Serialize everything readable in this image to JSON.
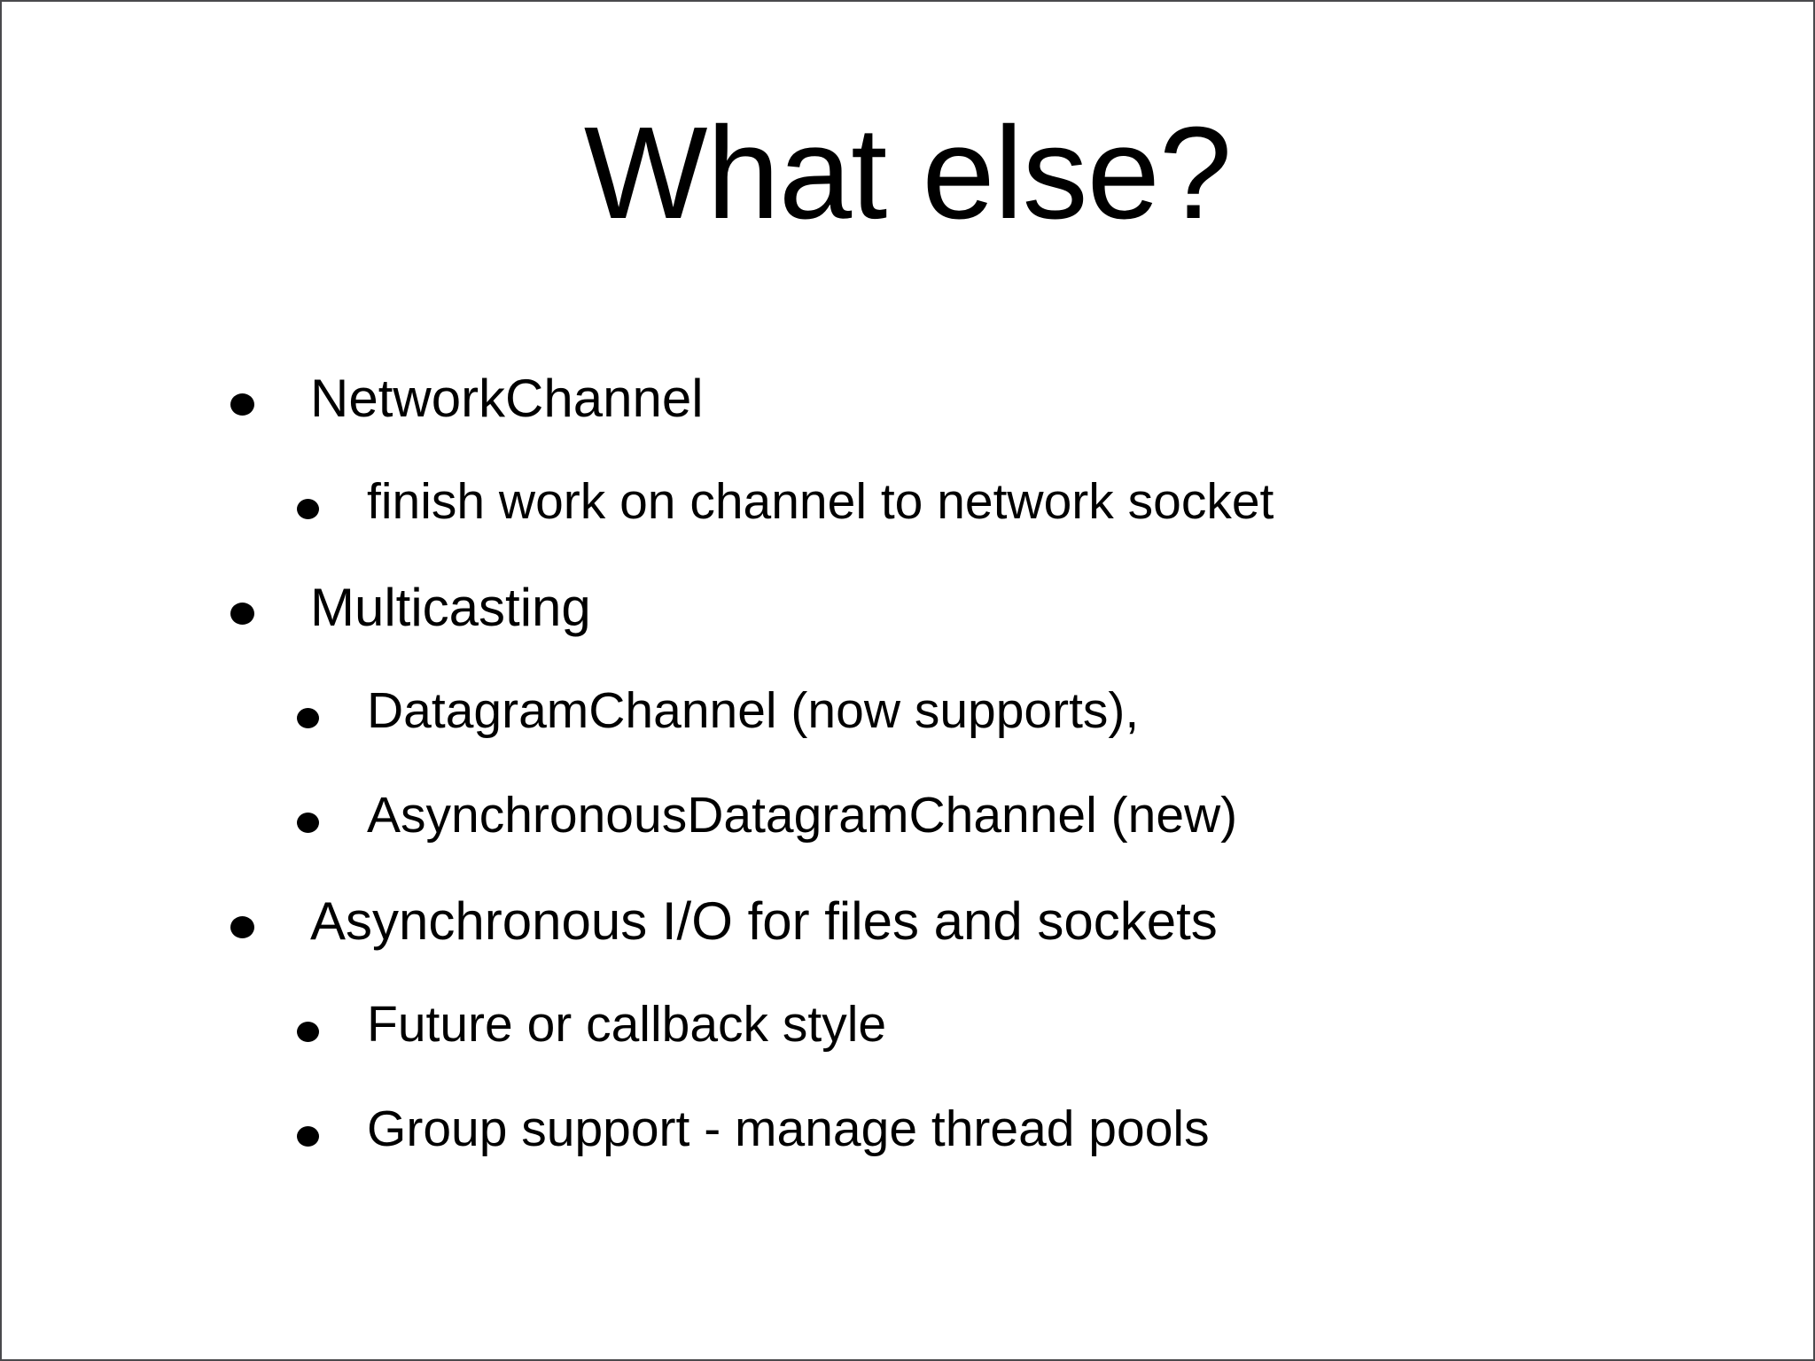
{
  "slide": {
    "title": "What else?",
    "background_color": "#ffffff",
    "text_color": "#000000",
    "border_color": "#4a4a4d",
    "bullets": [
      {
        "level": 1,
        "text": "NetworkChannel"
      },
      {
        "level": 2,
        "text": "finish work on channel to network socket"
      },
      {
        "level": 1,
        "text": "Multicasting"
      },
      {
        "level": 2,
        "text": "DatagramChannel (now supports),"
      },
      {
        "level": 2,
        "text": "AsynchronousDatagramChannel (new)"
      },
      {
        "level": 1,
        "text": "Asynchronous I/O for files and sockets"
      },
      {
        "level": 2,
        "text": "Future or callback style"
      },
      {
        "level": 2,
        "text": "Group support - manage thread pools"
      }
    ]
  }
}
